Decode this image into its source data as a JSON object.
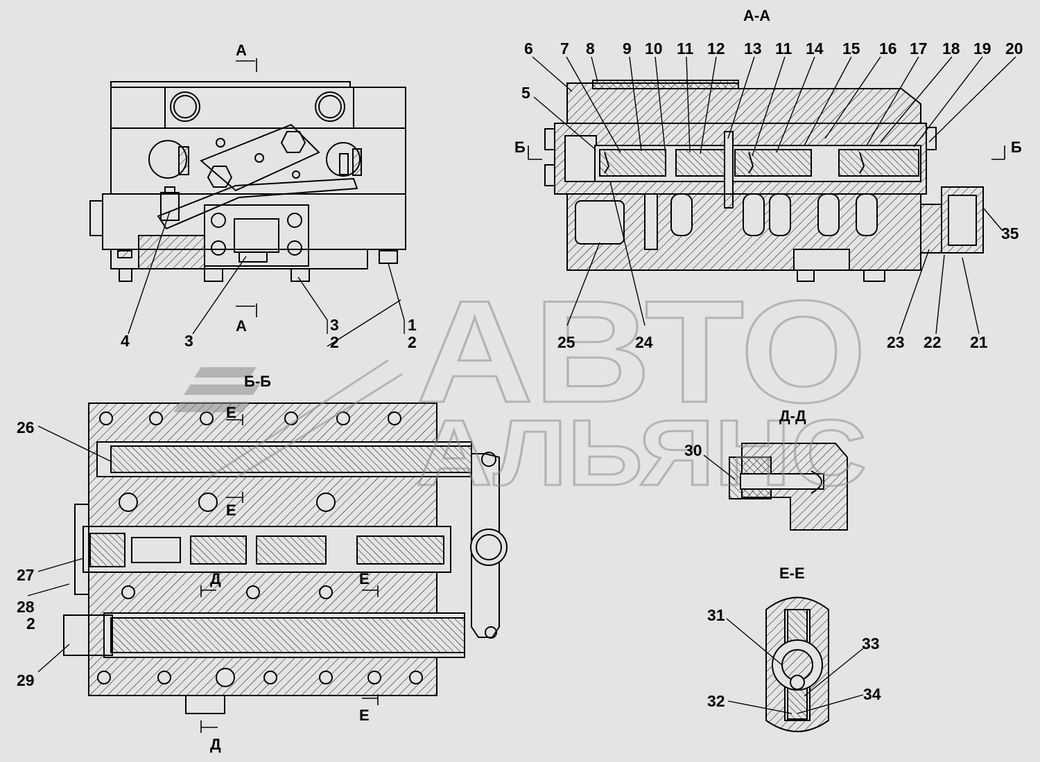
{
  "colors": {
    "background": "#e4e4e4",
    "line": "#000000",
    "watermark": "#8e8e8e"
  },
  "sections": {
    "aa": "А-А",
    "bb": "Б-Б",
    "dd": "Д-Д",
    "ee": "Е-Е",
    "a_top": "А",
    "a_bottom": "А",
    "b_left": "Б",
    "b_right": "Б",
    "e_1": "Е",
    "e_2": "Е",
    "e_3": "Е",
    "e_4": "Е",
    "d_1": "Д",
    "d_2": "Д"
  },
  "callouts": {
    "c1": "1",
    "c2a": "2",
    "c2b": "2",
    "c2c": "2",
    "c3a": "3",
    "c3b": "3",
    "c4": "4",
    "c5": "5",
    "c6": "6",
    "c7": "7",
    "c8": "8",
    "c9": "9",
    "c10": "10",
    "c11a": "11",
    "c11b": "11",
    "c12": "12",
    "c13": "13",
    "c14": "14",
    "c15": "15",
    "c16": "16",
    "c17": "17",
    "c18": "18",
    "c19": "19",
    "c20": "20",
    "c21": "21",
    "c22": "22",
    "c23": "23",
    "c24": "24",
    "c25": "25",
    "c26": "26",
    "c27": "27",
    "c28": "28",
    "c29": "29",
    "c30": "30",
    "c31": "31",
    "c32": "32",
    "c33": "33",
    "c34": "34",
    "c35": "35"
  },
  "watermark": {
    "line1": "АВТО",
    "line2": "АЛЬЯНС"
  }
}
